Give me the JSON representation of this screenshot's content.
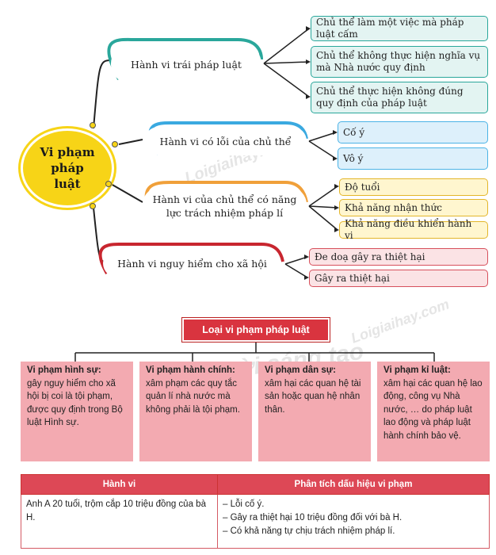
{
  "mindmap": {
    "center": "Vi phạm pháp luật",
    "branches": [
      {
        "label": "Hành vi trái pháp luật",
        "leaves": [
          "Chủ thể làm một việc mà pháp luật cấm",
          "Chủ thể không thực hiện nghĩa vụ mà Nhà nước quy định",
          "Chủ thể thực hiện không đúng quy định của pháp luật"
        ]
      },
      {
        "label": "Hành vi có lỗi của chủ thể",
        "leaves": [
          "Cố ý",
          "Vô ý"
        ]
      },
      {
        "label": "Hành vi của chủ thể có năng lực trách nhiệm pháp lí",
        "leaves": [
          "Độ tuổi",
          "Khả năng nhận thức",
          "Khả năng điều khiển hành vi"
        ]
      },
      {
        "label": "Hành vi nguy hiểm cho xã hội",
        "leaves": [
          "Đe doạ gây ra thiệt hại",
          "Gây ra thiệt hại"
        ]
      }
    ]
  },
  "types": {
    "header": "Loại vi phạm pháp luật",
    "cards": [
      {
        "title": "Vi phạm hình sự:",
        "body": "gây nguy hiểm cho xã hội bị coi là tội phạm, được quy định trong Bộ luật Hình sự."
      },
      {
        "title": "Vi phạm hành chính:",
        "body": "xâm phạm các quy tắc quản lí nhà nước mà không phải là tội phạm."
      },
      {
        "title": "Vi phạm dân sự:",
        "body": "xâm hại các quan hệ tài sản hoặc quan hệ nhân thân."
      },
      {
        "title": "Vi phạm kỉ luật:",
        "body": "xâm hại các quan hệ lao động, công vụ Nhà nước, … do pháp luật lao động và pháp luật hành chính bảo vệ."
      }
    ]
  },
  "table": {
    "headers": [
      "Hành vi",
      "Phân tích dấu hiệu vi phạm"
    ],
    "row": {
      "behavior": "Anh A 20 tuổi, trộm cắp 10 triệu đồng của bà H.",
      "analysis": [
        "– Lỗi cố ý.",
        "– Gây ra thiệt hại 10 triệu đồng đối với bà H.",
        "– Có khả năng tự chịu trách nhiệm pháp lí."
      ]
    }
  },
  "watermarks": [
    "Loigiaihay.com",
    "Chân trời sáng tạo"
  ],
  "colors": {
    "center": "#f7d417",
    "branch1": "#2aa79b",
    "branch2": "#3aa9e0",
    "branch3": "#f0a03a",
    "branch4": "#c8262f",
    "table_header": "#dd4856",
    "card": "#f3aab1"
  }
}
